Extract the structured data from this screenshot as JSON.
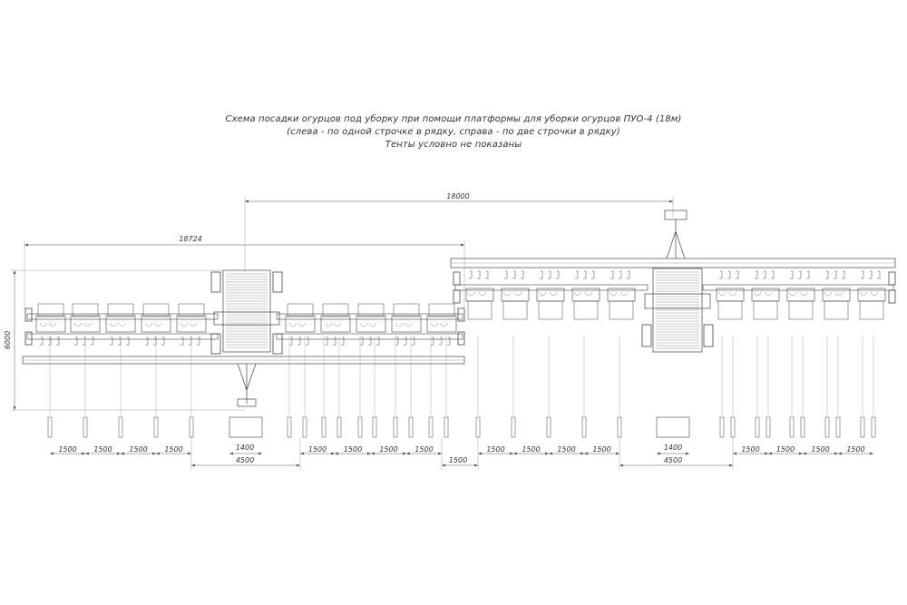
{
  "title": {
    "line1": "Схема посадки огурцов под уборку при помощи платформы для уборки огурцов ПУО-4 (18м)",
    "line2": "(слева - по одной строчке в рядку, справа - по две строчки в рядку)",
    "line3": "Тенты условно не показаны"
  },
  "dimensions": {
    "span_between_platforms": "18000",
    "left_overall_width": "18724",
    "left_height": "6000",
    "row_spacing": "1500",
    "center_width": "1400",
    "center_gap": "4500",
    "middle_gap": "1500"
  },
  "colors": {
    "line": "#444444",
    "thin": "#888888",
    "dim": "#555555"
  }
}
